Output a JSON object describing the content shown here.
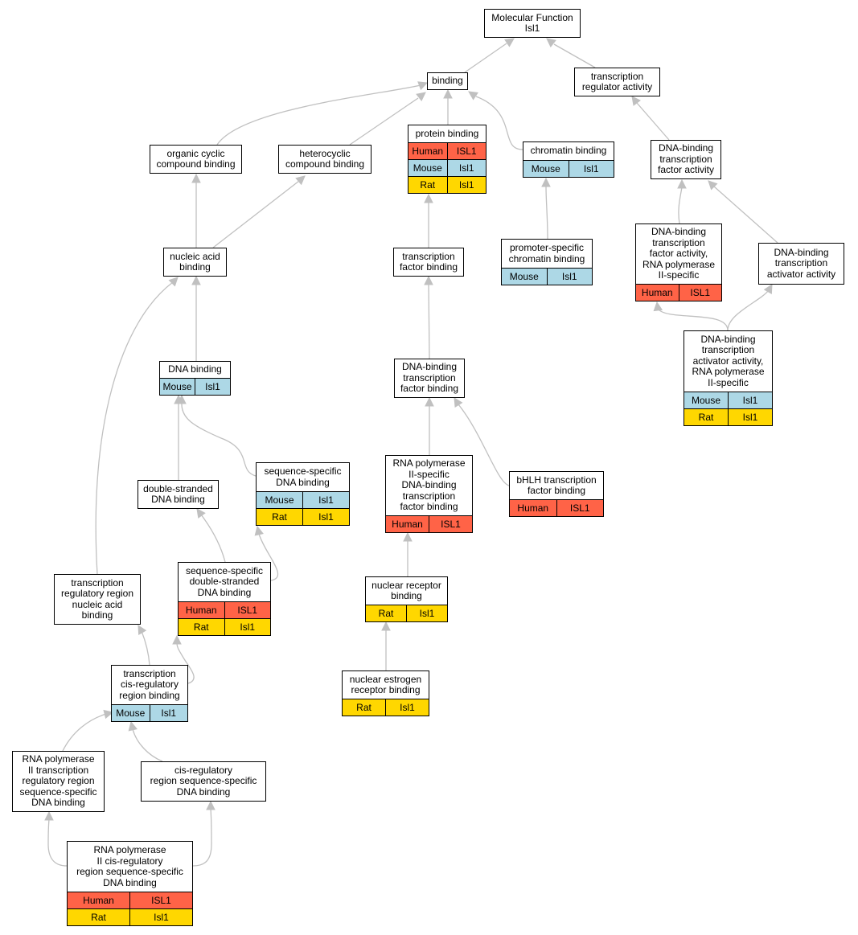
{
  "colors": {
    "edge": "#c0c0c0",
    "Human": "#ff6347",
    "Mouse": "#add8e6",
    "Rat": "#ffd700"
  },
  "nodes": [
    {
      "id": "molecular-function",
      "label": "Molecular Function\nIsl1",
      "annotations": []
    },
    {
      "id": "binding",
      "label": "binding",
      "annotations": []
    },
    {
      "id": "transcription-regulator-activity",
      "label": "transcription\nregulator activity",
      "annotations": []
    },
    {
      "id": "protein-binding",
      "label": "protein binding",
      "annotations": [
        [
          "Human",
          "ISL1"
        ],
        [
          "Mouse",
          "Isl1"
        ],
        [
          "Rat",
          "Isl1"
        ]
      ]
    },
    {
      "id": "organic-cyclic-compound-binding",
      "label": "organic cyclic\ncompound binding",
      "annotations": []
    },
    {
      "id": "heterocyclic-compound-binding",
      "label": "heterocyclic\ncompound binding",
      "annotations": []
    },
    {
      "id": "chromatin-binding",
      "label": "chromatin binding",
      "annotations": [
        [
          "Mouse",
          "Isl1"
        ]
      ]
    },
    {
      "id": "dna-binding-transcription-factor-activity",
      "label": "DNA-binding\ntranscription\nfactor activity",
      "annotations": []
    },
    {
      "id": "nucleic-acid-binding",
      "label": "nucleic acid\nbinding",
      "annotations": []
    },
    {
      "id": "transcription-factor-binding",
      "label": "transcription\nfactor binding",
      "annotations": []
    },
    {
      "id": "promoter-specific-chromatin-binding",
      "label": "promoter-specific\nchromatin binding",
      "annotations": [
        [
          "Mouse",
          "Isl1"
        ]
      ]
    },
    {
      "id": "dna-binding-tf-activity-rnapii",
      "label": "DNA-binding\ntranscription\nfactor activity,\nRNA polymerase\nII-specific",
      "annotations": [
        [
          "Human",
          "ISL1"
        ]
      ]
    },
    {
      "id": "dna-binding-transcription-activator-activity",
      "label": "DNA-binding\ntranscription\nactivator activity",
      "annotations": []
    },
    {
      "id": "dna-binding-activator-activity-rnapii",
      "label": "DNA-binding\ntranscription\nactivator activity,\nRNA polymerase\nII-specific",
      "annotations": [
        [
          "Mouse",
          "Isl1"
        ],
        [
          "Rat",
          "Isl1"
        ]
      ]
    },
    {
      "id": "dna-binding",
      "label": "DNA binding",
      "annotations": [
        [
          "Mouse",
          "Isl1"
        ]
      ]
    },
    {
      "id": "dna-binding-transcription-factor-binding",
      "label": "DNA-binding\ntranscription\nfactor binding",
      "annotations": []
    },
    {
      "id": "rnapii-specific-dna-binding-tf-binding",
      "label": "RNA polymerase\nII-specific\nDNA-binding\ntranscription\nfactor binding",
      "annotations": [
        [
          "Human",
          "ISL1"
        ]
      ]
    },
    {
      "id": "bhlh-transcription-factor-binding",
      "label": "bHLH transcription\nfactor binding",
      "annotations": [
        [
          "Human",
          "ISL1"
        ]
      ]
    },
    {
      "id": "sequence-specific-dna-binding",
      "label": "sequence-specific\nDNA binding",
      "annotations": [
        [
          "Mouse",
          "Isl1"
        ],
        [
          "Rat",
          "Isl1"
        ]
      ]
    },
    {
      "id": "double-stranded-dna-binding",
      "label": "double-stranded\nDNA binding",
      "annotations": []
    },
    {
      "id": "sequence-specific-double-stranded-dna-binding",
      "label": "sequence-specific\ndouble-stranded\nDNA binding",
      "annotations": [
        [
          "Human",
          "ISL1"
        ],
        [
          "Rat",
          "Isl1"
        ]
      ]
    },
    {
      "id": "transcription-regulatory-region-nucleic-acid-binding",
      "label": "transcription\nregulatory region\nnucleic acid\nbinding",
      "annotations": []
    },
    {
      "id": "nuclear-receptor-binding",
      "label": "nuclear receptor\nbinding",
      "annotations": [
        [
          "Rat",
          "Isl1"
        ]
      ]
    },
    {
      "id": "transcription-cis-regulatory-region-binding",
      "label": "transcription\ncis-regulatory\nregion binding",
      "annotations": [
        [
          "Mouse",
          "Isl1"
        ]
      ]
    },
    {
      "id": "nuclear-estrogen-receptor-binding",
      "label": "nuclear estrogen\nreceptor binding",
      "annotations": [
        [
          "Rat",
          "Isl1"
        ]
      ]
    },
    {
      "id": "rnapii-transcription-regulatory-region-ssdna-binding",
      "label": "RNA polymerase\nII transcription\nregulatory region\nsequence-specific\nDNA binding",
      "annotations": []
    },
    {
      "id": "cis-regulatory-region-sequence-specific-dna-binding",
      "label": "cis-regulatory\nregion sequence-specific\nDNA binding",
      "annotations": []
    },
    {
      "id": "rnapii-cis-regulatory-region-ssdna-binding",
      "label": "RNA polymerase\nII cis-regulatory\nregion sequence-specific\nDNA binding",
      "annotations": [
        [
          "Human",
          "ISL1"
        ],
        [
          "Rat",
          "Isl1"
        ]
      ]
    }
  ],
  "edges": [
    [
      "binding",
      "molecular-function"
    ],
    [
      "transcription-regulator-activity",
      "molecular-function"
    ],
    [
      "organic-cyclic-compound-binding",
      "binding"
    ],
    [
      "heterocyclic-compound-binding",
      "binding"
    ],
    [
      "protein-binding",
      "binding"
    ],
    [
      "chromatin-binding",
      "binding"
    ],
    [
      "dna-binding-transcription-factor-activity",
      "transcription-regulator-activity"
    ],
    [
      "nucleic-acid-binding",
      "organic-cyclic-compound-binding"
    ],
    [
      "nucleic-acid-binding",
      "heterocyclic-compound-binding"
    ],
    [
      "transcription-factor-binding",
      "protein-binding"
    ],
    [
      "promoter-specific-chromatin-binding",
      "chromatin-binding"
    ],
    [
      "dna-binding-tf-activity-rnapii",
      "dna-binding-transcription-factor-activity"
    ],
    [
      "dna-binding-transcription-activator-activity",
      "dna-binding-transcription-factor-activity"
    ],
    [
      "dna-binding-activator-activity-rnapii",
      "dna-binding-tf-activity-rnapii"
    ],
    [
      "dna-binding-activator-activity-rnapii",
      "dna-binding-transcription-activator-activity"
    ],
    [
      "dna-binding",
      "nucleic-acid-binding"
    ],
    [
      "transcription-regulatory-region-nucleic-acid-binding",
      "nucleic-acid-binding"
    ],
    [
      "dna-binding-transcription-factor-binding",
      "transcription-factor-binding"
    ],
    [
      "rnapii-specific-dna-binding-tf-binding",
      "dna-binding-transcription-factor-binding"
    ],
    [
      "bhlh-transcription-factor-binding",
      "dna-binding-transcription-factor-binding"
    ],
    [
      "double-stranded-dna-binding",
      "dna-binding"
    ],
    [
      "sequence-specific-dna-binding",
      "dna-binding"
    ],
    [
      "sequence-specific-double-stranded-dna-binding",
      "double-stranded-dna-binding"
    ],
    [
      "sequence-specific-double-stranded-dna-binding",
      "sequence-specific-dna-binding"
    ],
    [
      "nuclear-receptor-binding",
      "rnapii-specific-dna-binding-tf-binding"
    ],
    [
      "nuclear-estrogen-receptor-binding",
      "nuclear-receptor-binding"
    ],
    [
      "transcription-cis-regulatory-region-binding",
      "transcription-regulatory-region-nucleic-acid-binding"
    ],
    [
      "transcription-cis-regulatory-region-binding",
      "sequence-specific-double-stranded-dna-binding"
    ],
    [
      "rnapii-transcription-regulatory-region-ssdna-binding",
      "transcription-cis-regulatory-region-binding"
    ],
    [
      "cis-regulatory-region-sequence-specific-dna-binding",
      "transcription-cis-regulatory-region-binding"
    ],
    [
      "rnapii-cis-regulatory-region-ssdna-binding",
      "rnapii-transcription-regulatory-region-ssdna-binding"
    ],
    [
      "rnapii-cis-regulatory-region-ssdna-binding",
      "cis-regulatory-region-sequence-specific-dna-binding"
    ]
  ]
}
